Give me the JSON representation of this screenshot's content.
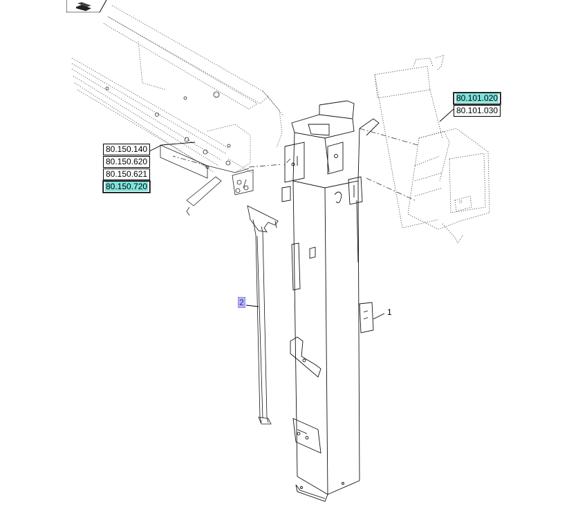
{
  "references": {
    "r_80_150_140": "80.150.140",
    "r_80_150_620": "80.150.620",
    "r_80_150_621": "80.150.621",
    "r_80_150_720": "80.150.720",
    "r_80_101_020": "80.101.020",
    "r_80_101_030": "80.101.030"
  },
  "callouts": {
    "item_1": "1",
    "item_2": "2"
  },
  "colors": {
    "highlight_ref": "#7fe3dc",
    "highlight_callout": "#b9b4f5",
    "line": "#000000"
  },
  "icons": {
    "nav": "return-arrow-icon"
  }
}
